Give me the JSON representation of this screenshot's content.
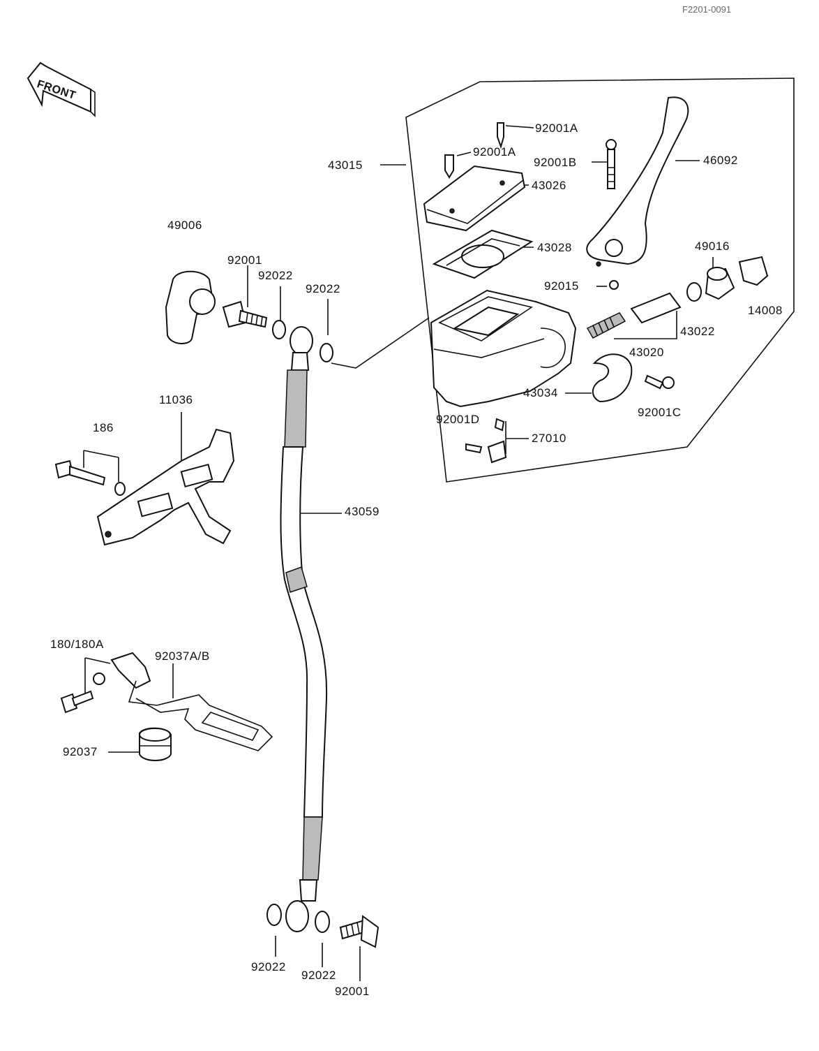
{
  "doc_code": "F2201-0091",
  "front_arrow": "FRONT",
  "labels": {
    "l43015": "43015",
    "l92001A_1": "92001A",
    "l92001A_2": "92001A",
    "l92001B": "92001B",
    "l46092": "46092",
    "l43026": "43026",
    "l43028": "43028",
    "l49006": "49006",
    "l92001_top": "92001",
    "l92022_a": "92022",
    "l92022_b": "92022",
    "l92015": "92015",
    "l49016": "49016",
    "l14008": "14008",
    "l43022": "43022",
    "l43020": "43020",
    "l43034": "43034",
    "l92001C": "92001C",
    "l92001D": "92001D",
    "l27010": "27010",
    "l11036": "11036",
    "l186": "186",
    "l43059": "43059",
    "l180": "180/180A",
    "l92037AB": "92037A/B",
    "l92037": "92037",
    "l92022_c": "92022",
    "l92022_d": "92022",
    "l92001_bot": "92001"
  }
}
